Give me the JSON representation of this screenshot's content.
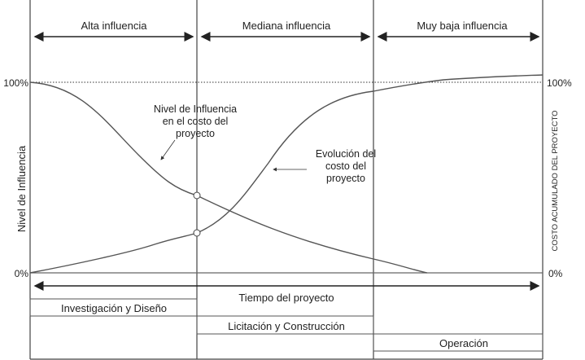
{
  "phases": {
    "high": "Alta influencia",
    "medium": "Mediana influencia",
    "low": "Muy baja influencia"
  },
  "left_axis": {
    "label": "Nivel de Influencia",
    "top": "100%",
    "bottom": "0%"
  },
  "right_axis": {
    "label": "COSTO ACUMULADO DEL PROYECTO",
    "top": "100%",
    "bottom": "0%"
  },
  "curves": {
    "influence": [
      "Nivel de Influencia",
      "en el costo del",
      "proyecto"
    ],
    "cost": [
      "Evolución del",
      "costo del",
      "proyecto"
    ]
  },
  "time_label": "Tiempo del proyecto",
  "stages": {
    "design": "Investigación y Diseño",
    "construction": "Licitación y Construcción",
    "operation": "Operación"
  },
  "colors": {
    "line": "#333333",
    "curve": "#555555"
  }
}
